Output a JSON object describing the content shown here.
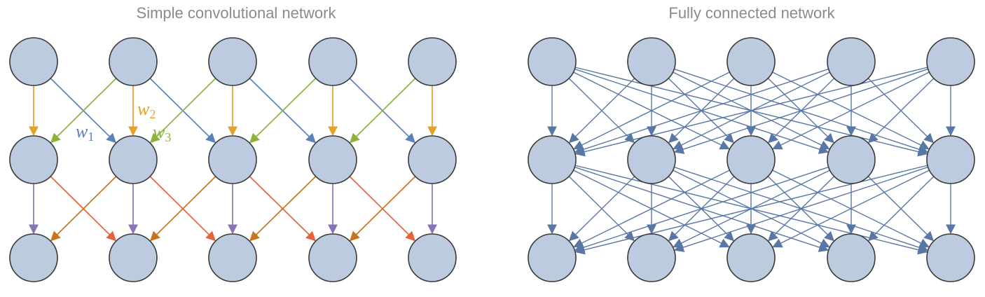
{
  "left_panel": {
    "title": "Simple convolutional network",
    "layers": 3,
    "nodes_per_layer": 5,
    "layer1_edges": [
      {
        "offset": -1,
        "color": "#8db33a"
      },
      {
        "offset": 0,
        "color": "#e6a12c"
      },
      {
        "offset": 1,
        "color": "#5b82b8"
      }
    ],
    "layer2_edges": [
      {
        "offset": -1,
        "color": "#c8731f"
      },
      {
        "offset": 0,
        "color": "#8a74b8"
      },
      {
        "offset": 1,
        "color": "#e4623c"
      }
    ],
    "weight_labels": [
      {
        "base": "w",
        "sub": "1",
        "color": "#5b82b8"
      },
      {
        "base": "w",
        "sub": "2",
        "color": "#e6a12c"
      },
      {
        "base": "w",
        "sub": "3",
        "color": "#8db33a"
      }
    ]
  },
  "right_panel": {
    "title": "Fully connected network",
    "layers": 3,
    "nodes_per_layer": 5,
    "edge_color": "#5877a5"
  },
  "node_color": "#bccbdf"
}
